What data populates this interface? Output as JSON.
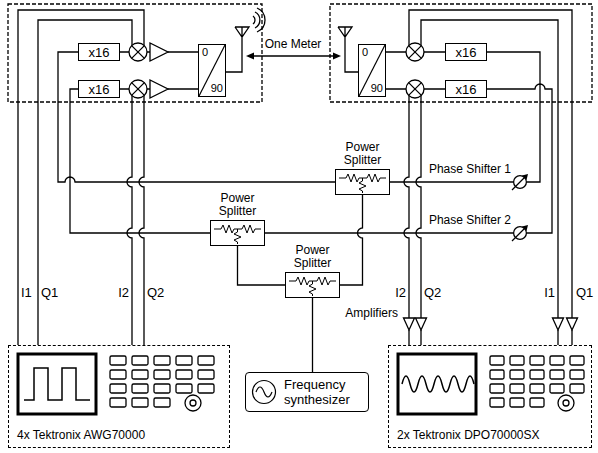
{
  "diagram": {
    "nodes": [
      {
        "text": [
          "x16"
        ]
      },
      {
        "text": [
          "x16"
        ]
      },
      {
        "text": [
          "0",
          "90"
        ]
      },
      {
        "text": [
          "0",
          "90"
        ]
      },
      {
        "text": [
          "x16"
        ]
      },
      {
        "text": [
          "x16"
        ]
      },
      {
        "text": [
          "Power Splitter"
        ]
      },
      {
        "text": [
          "Phase Shifter 1"
        ]
      },
      {
        "text": [
          "Power Splitter"
        ]
      },
      {
        "text": [
          "Phase Shifter 2"
        ]
      },
      {
        "text": [
          "Power Splitter"
        ]
      },
      {
        "text": [
          "Frequency synthesizer"
        ]
      },
      {
        "text": [
          "4x Tektronix AWG70000"
        ]
      },
      {
        "text": [
          "2x Tektronix DPO70000SX"
        ]
      }
    ],
    "edges": [
      {
        "from": 11,
        "to": 10,
        "arrow": "none"
      },
      {
        "from": 10,
        "to": 8,
        "arrow": "none"
      },
      {
        "from": 10,
        "to": 6,
        "arrow": "none"
      },
      {
        "from": 6,
        "to": 0,
        "arrow": "none"
      },
      {
        "from": 6,
        "to": 7,
        "arrow": "none"
      },
      {
        "from": 7,
        "to": 4,
        "arrow": "none"
      },
      {
        "from": 8,
        "to": 1,
        "arrow": "none"
      },
      {
        "from": 8,
        "to": 9,
        "arrow": "none"
      },
      {
        "from": 9,
        "to": 5,
        "arrow": "none"
      }
    ],
    "labels": [
      "One Meter",
      "I1",
      "Q1",
      "I2",
      "Q2",
      "Amplifiers",
      "I2",
      "Q2",
      "I1",
      "Q1"
    ]
  }
}
